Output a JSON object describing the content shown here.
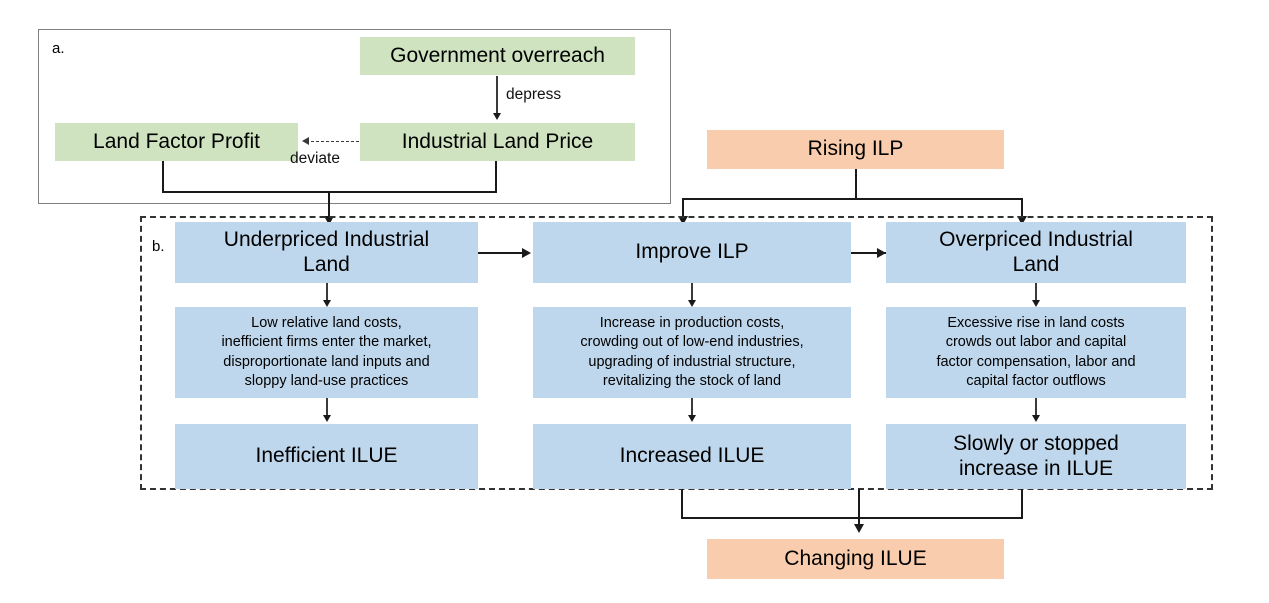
{
  "figure": {
    "panels": [
      {
        "id": "a",
        "label": "a."
      },
      {
        "id": "b",
        "label": "b."
      }
    ]
  },
  "panel_a": {
    "label": "a.",
    "nodes": [
      {
        "name": "government-overreach",
        "text": "Government overreach",
        "color": "#cfe3c0"
      },
      {
        "name": "industrial-land-price",
        "text": "Industrial Land Price",
        "color": "#cfe3c0"
      },
      {
        "name": "land-factor-profit",
        "text": "Land Factor Profit",
        "color": "#cfe3c0"
      }
    ],
    "edges": [
      {
        "name": "depress-edge",
        "label": "depress",
        "from": "government-overreach",
        "to": "industrial-land-price",
        "style": "solid"
      },
      {
        "name": "deviate-edge",
        "label": "deviate",
        "from": "industrial-land-price",
        "to": "land-factor-profit",
        "style": "dashed"
      }
    ]
  },
  "panel_b": {
    "label": "b.",
    "columns": [
      {
        "name": "underpriced-column",
        "head": "Underpriced Industrial\nLand",
        "detail": "Low relative land costs,\ninefficient firms enter the market,\ndisproportionate land inputs and\nsloppy land-use practices",
        "result": "Inefficient ILUE"
      },
      {
        "name": "improve-ilp-column",
        "head": "Improve ILP",
        "detail": "Increase in production costs,\ncrowding out of low-end industries,\nupgrading of industrial structure,\nrevitalizing the stock of land",
        "result": "Increased ILUE"
      },
      {
        "name": "overpriced-column",
        "head": "Overpriced Industrial\nLand",
        "detail": "Excessive rise in land costs\ncrowds out labor and capital\nfactor compensation, labor and\ncapital factor outflows",
        "result": "Slowly or stopped\nincrease in ILUE"
      }
    ]
  },
  "outer_nodes": {
    "rising_ilp": {
      "name": "rising-ilp",
      "text": "Rising ILP",
      "color": "#f8ccac"
    },
    "changing_ilue": {
      "name": "changing-ilue",
      "text": "Changing ILUE",
      "color": "#f8ccac"
    }
  },
  "colors": {
    "green": "#cfe3c0",
    "blue": "#bfd7ec",
    "orange": "#f8ccac",
    "line": "#1a1a1a",
    "panel_a_border": "#808080",
    "panel_b_border": "#333333"
  }
}
